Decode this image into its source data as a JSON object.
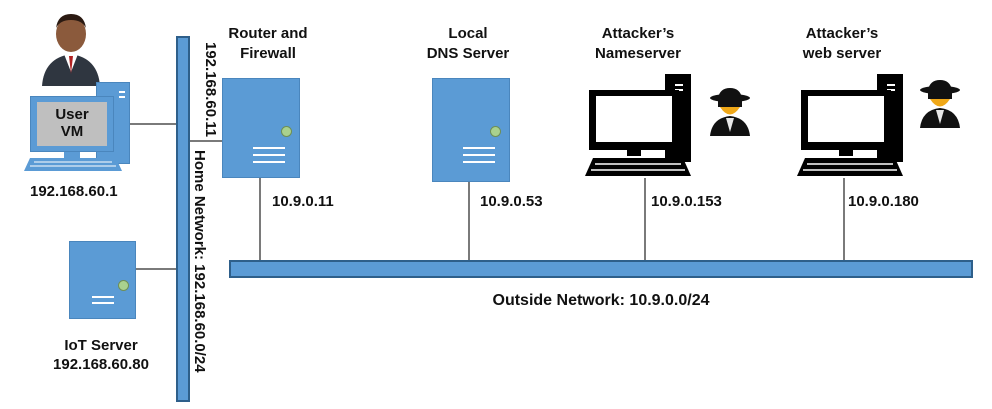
{
  "nodes": {
    "user_vm": {
      "screen_label": "User\nVM",
      "screen_line1": "User",
      "screen_line2": "VM",
      "ip": "192.168.60.1"
    },
    "iot_server": {
      "name": "IoT Server",
      "ip": "192.168.60.80"
    },
    "router": {
      "name_line1": "Router and",
      "name_line2": "Firewall",
      "home_ip": "192.168.60.11",
      "outside_ip": "10.9.0.11"
    },
    "local_dns": {
      "name_line1": "Local",
      "name_line2": "DNS Server",
      "ip": "10.9.0.53"
    },
    "attacker_ns": {
      "name_line1": "Attacker’s",
      "name_line2": "Nameserver",
      "ip": "10.9.0.153"
    },
    "attacker_web": {
      "name_line1": "Attacker’s",
      "name_line2": "web server",
      "ip": "10.9.0.180"
    }
  },
  "networks": {
    "home": "Home Network: 192.168.60.0/24",
    "outside": "Outside Network: 10.9.0.0/24"
  },
  "colors": {
    "server_blue": "#5b9bd5",
    "bus_border": "#2e5f8a",
    "led_green": "#a9d18e"
  }
}
